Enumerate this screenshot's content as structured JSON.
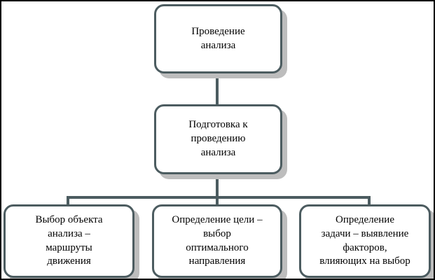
{
  "diagram": {
    "title_text": "",
    "colors": {
      "border": "#4c5c60",
      "shadow": "#bdbdbd",
      "frame": "#000000",
      "background": "#ffffff",
      "text": "#000000"
    },
    "nodes": [
      {
        "id": "root",
        "label": "Проведение\nанализа",
        "level": 1
      },
      {
        "id": "prep",
        "label": "Подготовка к\nпроведению\nанализа",
        "level": 2
      },
      {
        "id": "object",
        "label": "Выбор объекта\nанализа –\nмаршруты\nдвижения",
        "level": 3
      },
      {
        "id": "goal",
        "label": "Определение цели –\nвыбор\nоптимального\nнаправления",
        "level": 3
      },
      {
        "id": "task",
        "label": "Определение\nзадачи – выявление\nфакторов,\nвлияющих на выбор",
        "level": 3
      }
    ],
    "edges": [
      {
        "from": "root",
        "to": "prep"
      },
      {
        "from": "prep",
        "to": "object"
      },
      {
        "from": "prep",
        "to": "goal"
      },
      {
        "from": "prep",
        "to": "task"
      }
    ]
  }
}
